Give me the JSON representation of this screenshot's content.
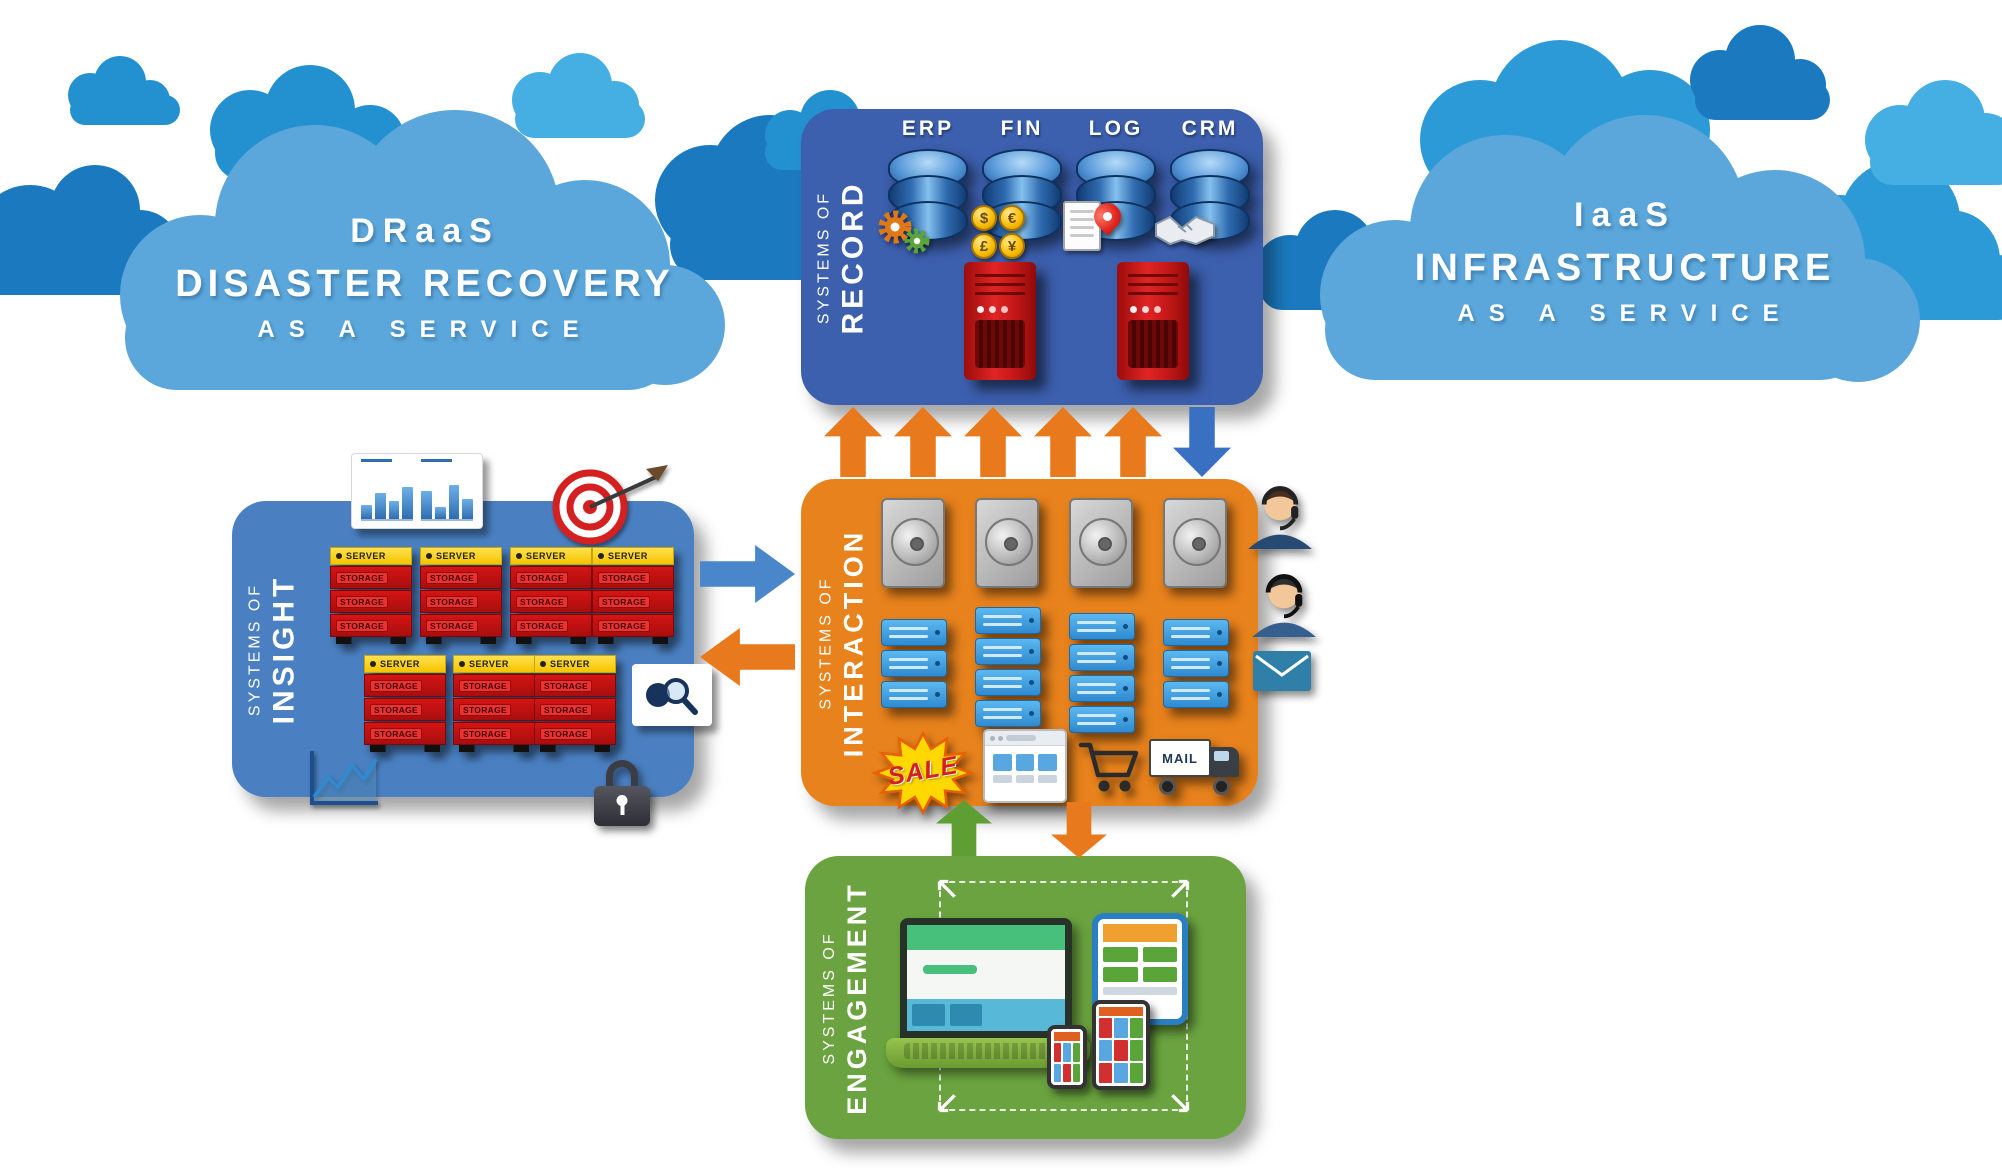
{
  "clouds": {
    "draas": {
      "acronym": "DRaaS",
      "name": "DISASTER RECOVERY",
      "suffix": "AS A SERVICE"
    },
    "iaas": {
      "acronym": "IaaS",
      "name": "INFRASTRUCTURE",
      "suffix": "AS A SERVICE"
    }
  },
  "systems_of_record": {
    "label_prefix": "SYSTEMS OF",
    "label": "RECORD",
    "databases": [
      {
        "label": "ERP"
      },
      {
        "label": "FIN"
      },
      {
        "label": "LOG"
      },
      {
        "label": "CRM"
      }
    ],
    "coin_symbols": [
      "$",
      "€",
      "£",
      "¥"
    ]
  },
  "systems_of_insight": {
    "label_prefix": "SYSTEMS OF",
    "label": "INSIGHT",
    "server_label": "SERVER",
    "storage_label": "STORAGE"
  },
  "systems_of_interaction": {
    "label_prefix": "SYSTEMS OF",
    "label": "INTERACTION",
    "sale_badge": "SALE",
    "truck_label": "MAIL"
  },
  "systems_of_engagement": {
    "label_prefix": "SYSTEMS OF",
    "label": "ENGAGEMENT"
  },
  "colors": {
    "record_panel": "#3c5fae",
    "insight_panel": "#4a80c2",
    "interaction_panel": "#e8821c",
    "engagement_panel": "#6aa33f",
    "arrow_orange": "#e8791c",
    "arrow_blue": "#3a70c2",
    "arrow_green": "#5f9e33",
    "cloud_light": "#5ba7db",
    "cloud_mid": "#2d9ad8",
    "cloud_dark": "#1b7abf",
    "server_red": "#cf1616",
    "server_header_yellow": "#f5c400",
    "database_blue": "#2f6cb0"
  }
}
